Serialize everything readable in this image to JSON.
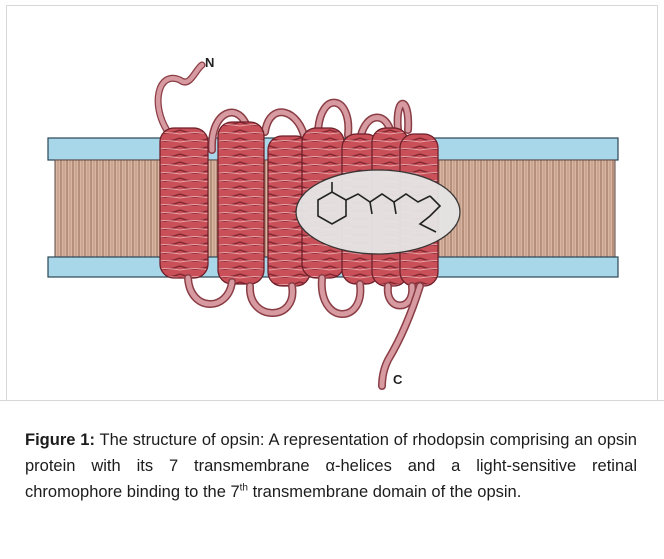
{
  "figure": {
    "terminus_labels": {
      "n": "N",
      "c": "C"
    },
    "caption": {
      "label": "Figure 1:",
      "text_1": " The structure of opsin: A representation of rhodopsin comprising an opsin protein with its 7 transmembrane α-helices and a light-sensitive retinal chromophore binding to the 7",
      "superscript": "th",
      "text_2": " transmembrane domain of the opsin."
    },
    "colors": {
      "membrane_blue": "#a9d7ea",
      "lipid_tan": "#c9a38d",
      "helix_red": "#c4545c",
      "loop_pink": "#d69aa0",
      "chromophore_pocket": "#e4e4e4"
    }
  }
}
